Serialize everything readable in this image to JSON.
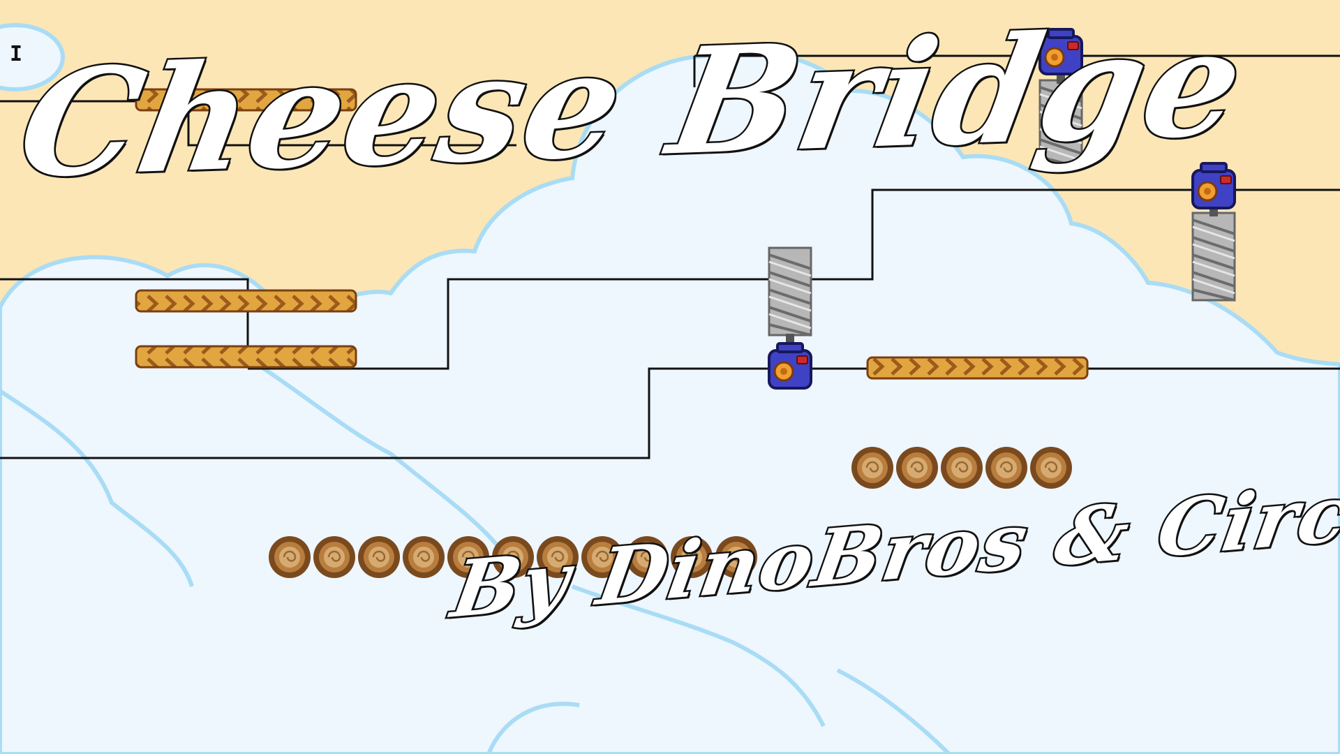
{
  "title": "Cheese Bridge",
  "credit": "By DinoBros & CircleGuy",
  "hud": {
    "level_marker": "I"
  },
  "colors": {
    "sky": "#fce6b6",
    "cloud_fill": "#eef6fe",
    "cloud_outline": "#a9dcf5",
    "track": "#111111",
    "platform": "#e2a640",
    "platform_dark": "#9c5b1c",
    "log": "#7a4a1e",
    "log_core": "#d6ab72",
    "lift_body": "#3f42c4",
    "lift_window": "#f0a030",
    "lift_light": "#d02828",
    "spring_metal": "#b7b7b7"
  },
  "icons": {
    "platform": "cheese-platform-icon",
    "log": "log-bridge-icon",
    "lift": "lift-motor-icon",
    "spring": "screw-spring-icon"
  }
}
